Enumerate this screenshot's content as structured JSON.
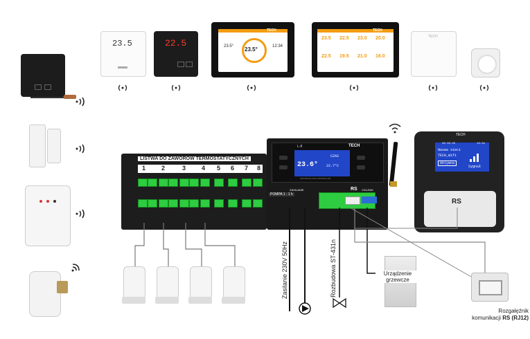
{
  "thermostat_black_small": {
    "value": "22.5"
  },
  "thermostat_white_small": {
    "value": "23.5"
  },
  "panel_medium": {
    "brand": "TECH",
    "left_value": "23.5°",
    "center_value": "23.5°",
    "right_value": "12:34"
  },
  "panel_large": {
    "brand": "TECH",
    "values": [
      "23.5",
      "22.5",
      "23.0",
      "20.0",
      "22.5",
      "19.5",
      "21.0",
      "16.0"
    ]
  },
  "panel_small_white": {
    "brand": "TECH"
  },
  "strip": {
    "title": "LISTWA DO ZAWORÓW TERMOSTATYCZNYCH",
    "zones": [
      "1",
      "2",
      "3",
      "4",
      "5",
      "6",
      "7",
      "8"
    ]
  },
  "controller": {
    "brand": "TECH",
    "model": "L-8",
    "main_temp": "23.6°",
    "side_temp": "22.7°C",
    "tag": "CZAS",
    "sub_text": "MASTER/SLAVE CONTROLLER"
  },
  "connectors": {
    "pump": "POMPA 1 : 1 h",
    "supply": "ZASILANIE",
    "rs": "RS",
    "sensor": "CZUJNIK"
  },
  "wifi_module": {
    "brand": "TECH",
    "time": "13:31",
    "date": "29.03.25",
    "line1": "Nazwa sieci",
    "line2": "TECH_Wifi",
    "line3": "Aktywna",
    "signal_label": "Sygnał",
    "rs": "RS"
  },
  "labels": {
    "power": "Zasilanie 230V 50Hz",
    "expansion": "Rozbudowa ST-431n",
    "heating_device": "Urządzenie\ngrzewcze",
    "splitter_line1": "Rozgałęźnik",
    "splitter_line2": "komunikacji",
    "splitter_bold": "RS (RJ12)"
  },
  "colors": {
    "accent_green": "#2ecc40",
    "panel_dark": "#1c1c1c",
    "lcd_blue": "#2246c8",
    "red_digits": "#ff3b30",
    "orange": "#f39c12"
  }
}
